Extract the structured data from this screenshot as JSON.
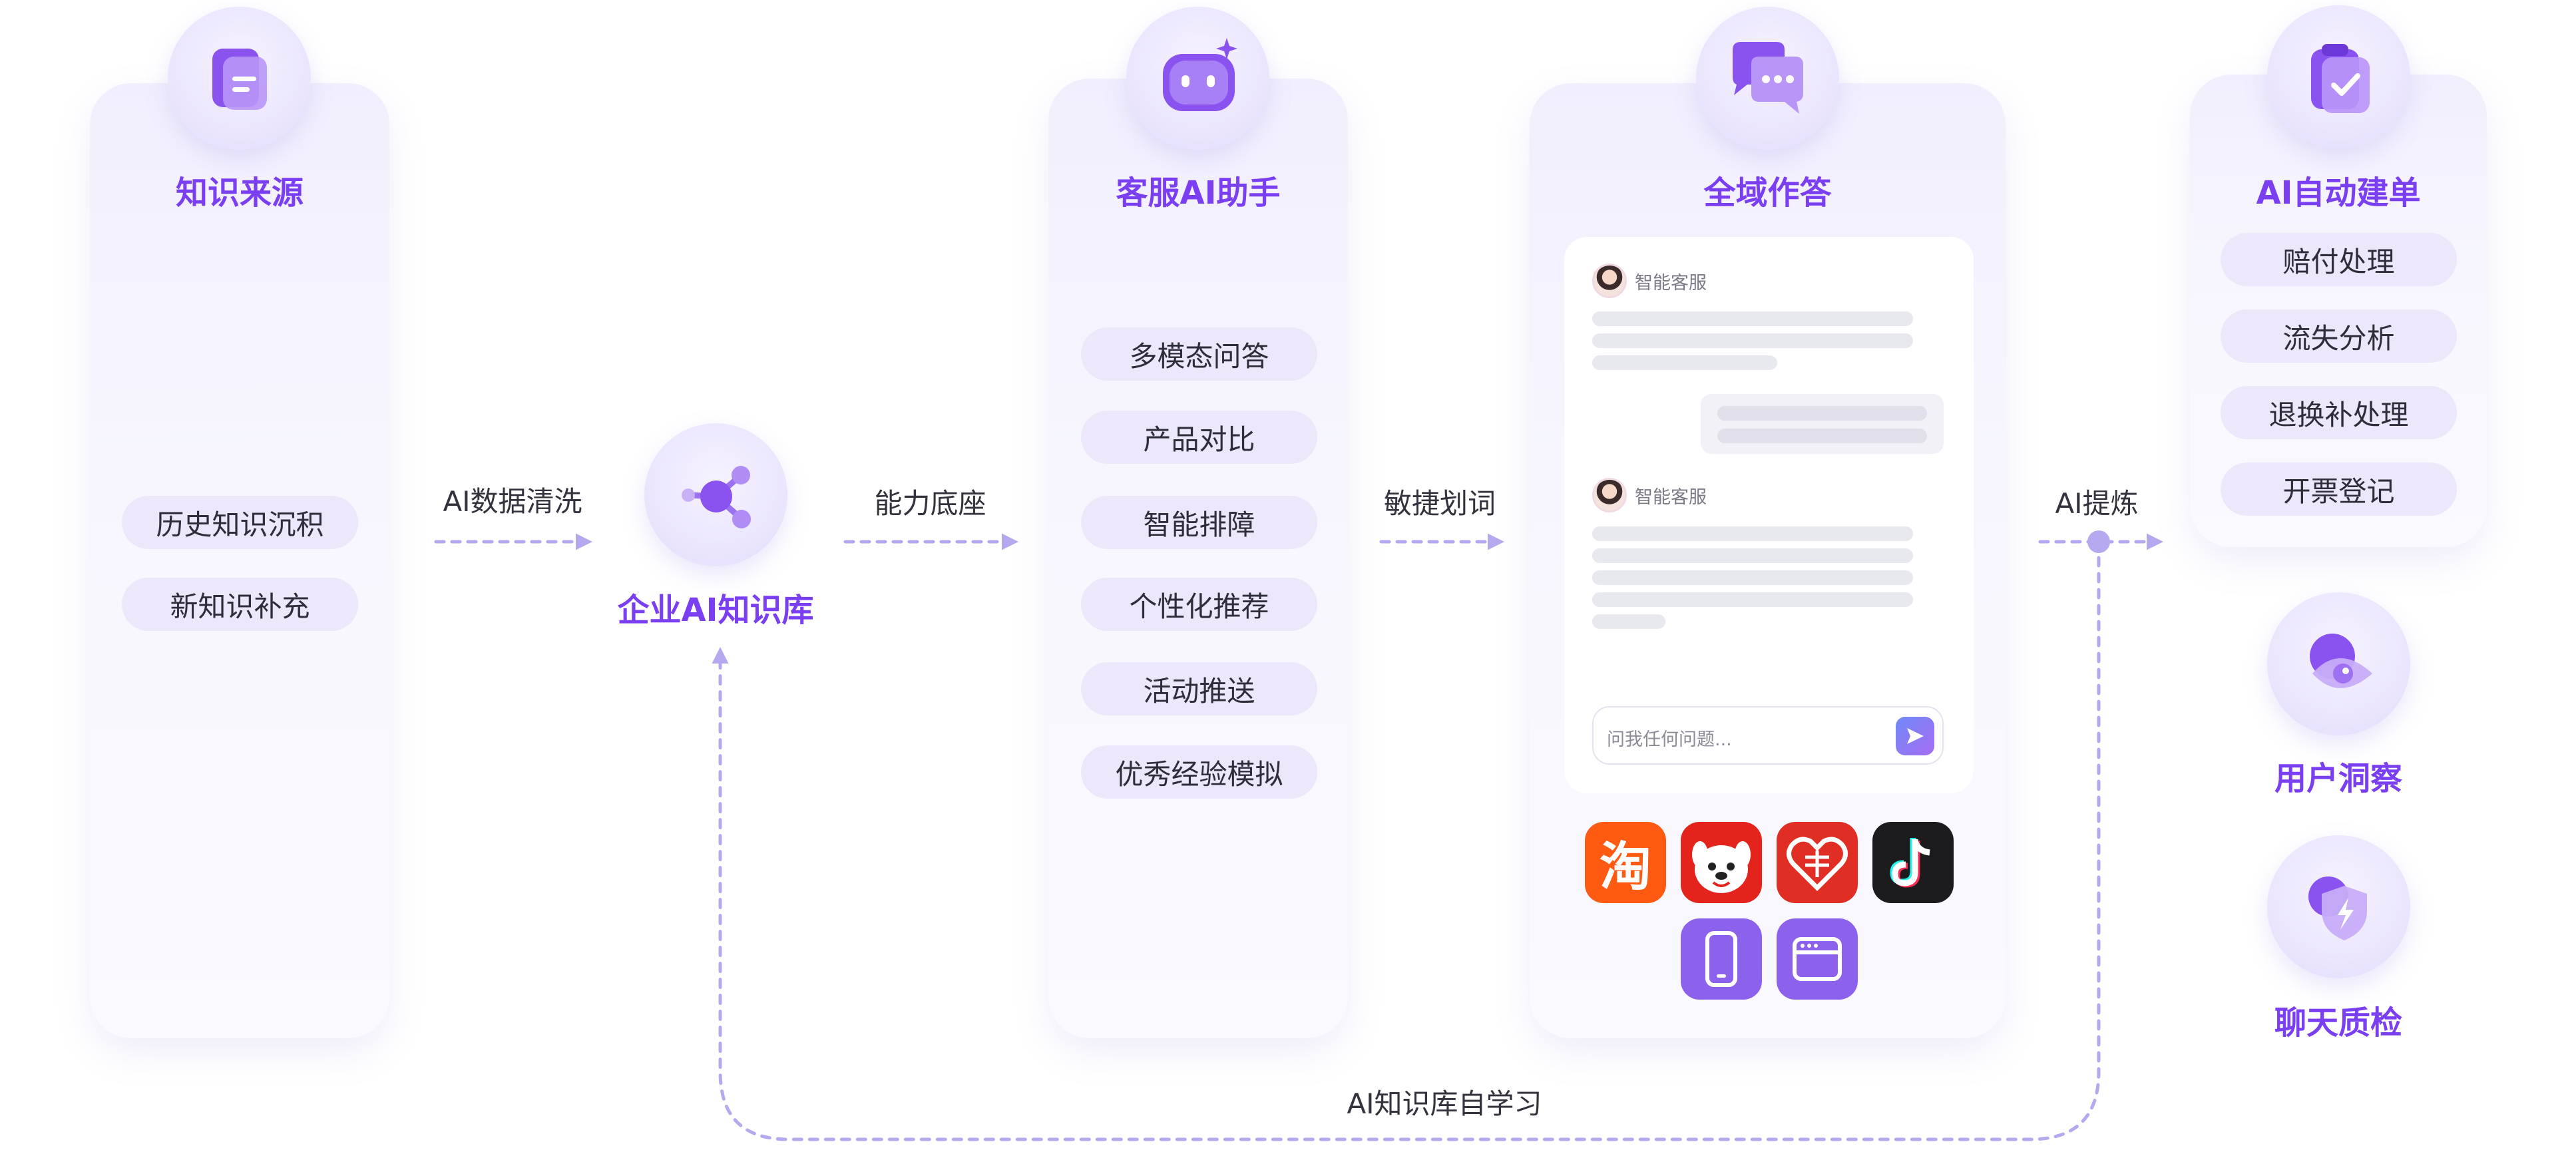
{
  "colors": {
    "accent": "#7b3ff2",
    "pill_bg": "#ece7fb",
    "arrow": "#b6a8ef"
  },
  "sources": {
    "title": "知识来源",
    "items": [
      "历史知识沉积",
      "新知识补充"
    ],
    "icon": "document-icon"
  },
  "flows": {
    "clean": "AI数据清洗",
    "base": "能力底座",
    "route": "敏捷划词",
    "refine": "AI提炼",
    "loop": "AI知识库自学习"
  },
  "kb": {
    "title": "企业AI知识库",
    "icon": "network-nodes-icon"
  },
  "assistant": {
    "title": "客服AI助手",
    "icon": "robot-icon",
    "items": [
      "多模态问答",
      "产品对比",
      "智能排障",
      "个性化推荐",
      "活动推送",
      "优秀经验模拟"
    ]
  },
  "omni": {
    "title": "全域作答",
    "icon": "chat-bubbles-icon",
    "chat": {
      "agent_name": "智能客服",
      "input_placeholder": "问我任何问题..."
    },
    "apps": [
      {
        "name": "taobao",
        "glyph": "淘",
        "color": "#ff5a12"
      },
      {
        "name": "jd",
        "color": "#e4241c"
      },
      {
        "name": "pinduoduo",
        "color": "#e02e24"
      },
      {
        "name": "douyin",
        "color": "#1c1c1e"
      },
      {
        "name": "mobile",
        "color": "#8c62ec"
      },
      {
        "name": "web",
        "color": "#8c62ec"
      }
    ]
  },
  "auto_ticket": {
    "title": "AI自动建单",
    "icon": "clipboard-check-icon",
    "items": [
      "赔付处理",
      "流失分析",
      "退换补处理",
      "开票登记"
    ]
  },
  "insight": {
    "title": "用户洞察",
    "icon": "eye-icon"
  },
  "qa": {
    "title": "聊天质检",
    "icon": "shield-bolt-icon"
  }
}
